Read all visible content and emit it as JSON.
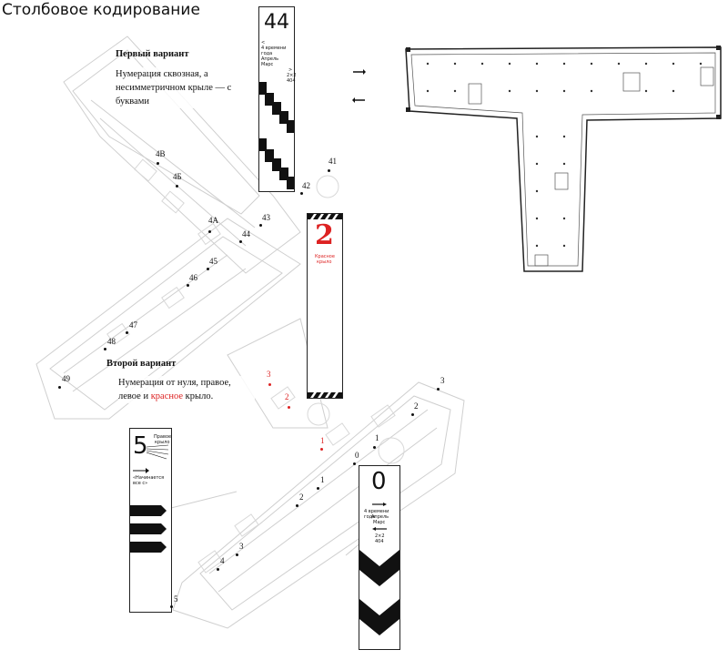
{
  "title": "Столбовое кодирование",
  "variant1": {
    "heading": "Первый вариант",
    "text": "Нумерация сквозная, а несимметричном крыле — с буквами"
  },
  "variant2": {
    "heading": "Второй вариант",
    "text_before": "Нумерация от нуля, правое, левое и ",
    "text_red": "красное",
    "text_after": " крыло."
  },
  "post44": {
    "number": "44",
    "arrow_left": "<",
    "line1": "4 времени",
    "line2": "года",
    "line3": "Апрель",
    "line4": "Марс",
    "arrow_right": ">",
    "code1": "2×2",
    "code2": "404"
  },
  "post2": {
    "number": "2",
    "caption1": "Красное",
    "caption2": "крыло"
  },
  "post5": {
    "number": "5",
    "caption1": "Правое",
    "caption2": "крыло",
    "arrow_text": "«Начинается все с»"
  },
  "post0": {
    "number": "0",
    "line1": "4 времени года",
    "line2": "Апрель",
    "line3": "Марс",
    "code1": "2×2",
    "code2": "404"
  },
  "labels_black": [
    "4В",
    "4Б",
    "4А",
    "41",
    "42",
    "43",
    "44",
    "45",
    "46",
    "47",
    "48",
    "49",
    "3",
    "2",
    "1",
    "0",
    "1",
    "2",
    "3",
    "4",
    "5"
  ],
  "labels_red": [
    "3",
    "2",
    "1"
  ],
  "colors": {
    "accent_red": "#d22222",
    "line": "#222222",
    "plan": "#c9c9c9"
  }
}
